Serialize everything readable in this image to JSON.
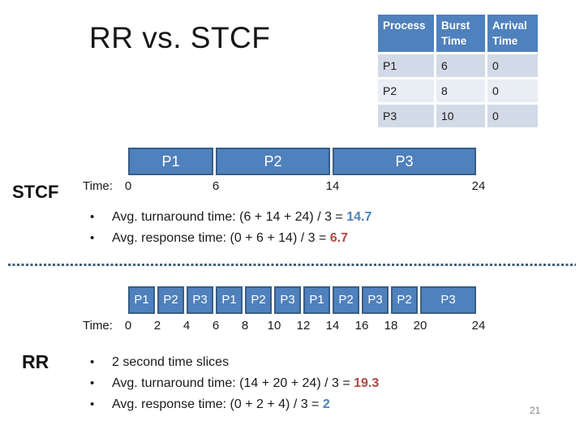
{
  "colors": {
    "accent_blue": "#4F81BD",
    "gantt_border_blue": "#395D84",
    "table_row_dark": "#D3DAE7",
    "table_row_light": "#E9EDF4",
    "value_blue": "#4F81BD",
    "value_red": "#AE4A47",
    "divider_navy": "#3E5E7E",
    "page_number_gray": "#848484"
  },
  "slide": {
    "title": "RR vs. STCF",
    "page_number": "21"
  },
  "process_table": {
    "headers": [
      "Process",
      "Burst Time",
      "Arrival Time"
    ],
    "rows": [
      [
        "P1",
        "6",
        "0"
      ],
      [
        "P2",
        "8",
        "0"
      ],
      [
        "P3",
        "10",
        "0"
      ]
    ]
  },
  "stcf": {
    "section_label": "STCF",
    "time_label": "Time:",
    "gantt": {
      "total_units": 24,
      "blocks": [
        {
          "label": "P1",
          "start": 0,
          "end": 6
        },
        {
          "label": "P2",
          "start": 6,
          "end": 14
        },
        {
          "label": "P3",
          "start": 14,
          "end": 24
        }
      ],
      "tick_labels": [
        "0",
        "6",
        "14",
        "24"
      ],
      "tick_units": [
        0,
        6,
        14,
        24
      ]
    },
    "bullets": [
      {
        "text": "Avg. turnaround time: (6 + 14 + 24) / 3 = ",
        "value": "14.7",
        "value_color": "#4F81BD"
      },
      {
        "text": "Avg. response time: (0 + 6 + 14) / 3 = ",
        "value": "6.7",
        "value_color": "#AE4A47"
      }
    ]
  },
  "rr": {
    "section_label": "RR",
    "time_label": "Time:",
    "gantt": {
      "total_units": 24,
      "blocks": [
        {
          "label": "P1",
          "start": 0,
          "end": 2
        },
        {
          "label": "P2",
          "start": 2,
          "end": 4
        },
        {
          "label": "P3",
          "start": 4,
          "end": 6
        },
        {
          "label": "P1",
          "start": 6,
          "end": 8
        },
        {
          "label": "P2",
          "start": 8,
          "end": 10
        },
        {
          "label": "P3",
          "start": 10,
          "end": 12
        },
        {
          "label": "P1",
          "start": 12,
          "end": 14
        },
        {
          "label": "P2",
          "start": 14,
          "end": 16
        },
        {
          "label": "P3",
          "start": 16,
          "end": 18
        },
        {
          "label": "P2",
          "start": 18,
          "end": 20
        },
        {
          "label": "P3",
          "start": 20,
          "end": 24
        }
      ],
      "tick_labels": [
        "0",
        "2",
        "4",
        "6",
        "8",
        "10",
        "12",
        "14",
        "16",
        "18",
        "20",
        "24"
      ],
      "tick_units": [
        0,
        2,
        4,
        6,
        8,
        10,
        12,
        14,
        16,
        18,
        20,
        24
      ]
    },
    "bullets": [
      {
        "text": "2 second time slices",
        "value": "",
        "value_color": ""
      },
      {
        "text": "Avg. turnaround time: (14 + 20 + 24) / 3 = ",
        "value": "19.3",
        "value_color": "#AE4A47"
      },
      {
        "text": "Avg. response time: (0 + 2 + 4) / 3 = ",
        "value": "2",
        "value_color": "#4F81BD"
      }
    ]
  }
}
